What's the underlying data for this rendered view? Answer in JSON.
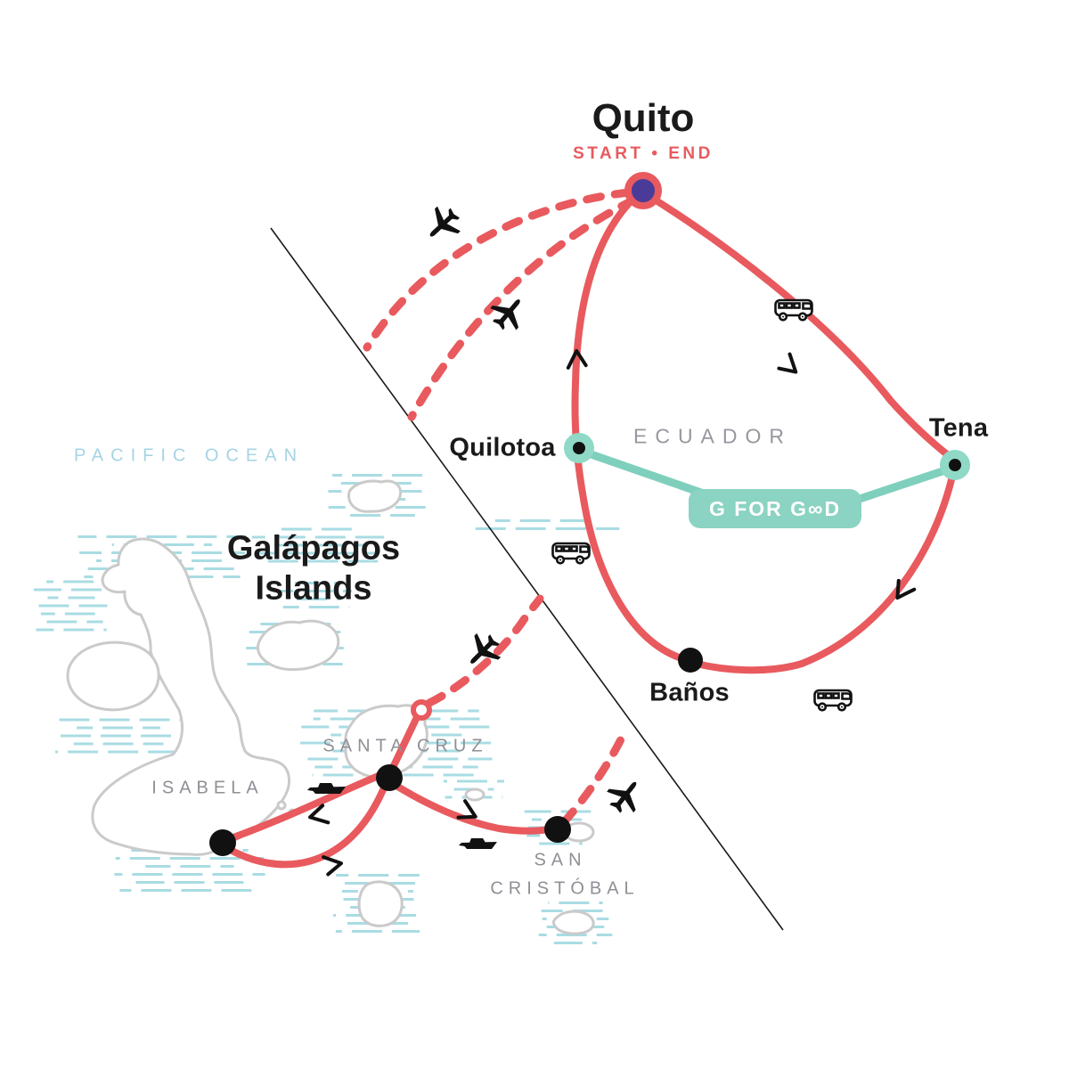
{
  "map_type": "tour-itinerary-map",
  "country": "Ecuador",
  "places": {
    "quito": {
      "label": "Quito",
      "sublabel": "START • END",
      "marker": "purple-start-end-dot"
    },
    "quilotoa": {
      "label": "Quilotoa",
      "marker": "black-dot-teal-ring"
    },
    "tena": {
      "label": "Tena",
      "marker": "black-dot-teal-ring"
    },
    "banos": {
      "label": "Baños",
      "marker": "black-dot"
    },
    "santa_cruz": {
      "label": "SANTA CRUZ",
      "marker": "black-dot"
    },
    "isabela": {
      "label": "ISABELA",
      "marker": "black-dot"
    },
    "san_cristobal": {
      "label_line1": "SAN",
      "label_line2": "CRISTÓBAL",
      "marker": "black-dot"
    },
    "santa_cruz_airport": {
      "marker": "open-red-circle"
    }
  },
  "regions": {
    "ecuador": "ECUADOR",
    "pacific_ocean": "PACIFIC OCEAN",
    "galapagos_line1": "Galápagos",
    "galapagos_line2": "Islands"
  },
  "badge": {
    "label": "G FOR GOOD",
    "display": "G FOR G∞D"
  },
  "routes": [
    {
      "from": "Quito",
      "to": "Tena",
      "mode": "bus",
      "style": "solid-red"
    },
    {
      "from": "Tena",
      "to": "Baños",
      "mode": "bus",
      "style": "solid-red"
    },
    {
      "from": "Baños",
      "to": "Quilotoa",
      "mode": "bus",
      "style": "solid-red"
    },
    {
      "from": "Quilotoa",
      "to": "Quito",
      "mode": "bus",
      "style": "solid-red"
    },
    {
      "from": "Quilotoa",
      "to": "Tena",
      "mode": "g-for-good",
      "style": "solid-teal"
    },
    {
      "from": "Quito",
      "to": "Santa Cruz airport",
      "mode": "plane",
      "style": "dashed-red"
    },
    {
      "from": "San Cristóbal",
      "to": "Quito",
      "mode": "plane",
      "style": "dashed-red"
    },
    {
      "from": "Santa Cruz",
      "to": "Isabela",
      "mode": "boat",
      "style": "solid-red"
    },
    {
      "from": "Isabela",
      "to": "Santa Cruz",
      "mode": "boat",
      "style": "solid-red"
    },
    {
      "from": "Santa Cruz",
      "to": "San Cristóbal",
      "mode": "boat",
      "style": "solid-red"
    }
  ],
  "icons": [
    "plane-icon",
    "bus-icon",
    "boat-icon",
    "direction-chevron"
  ],
  "colors": {
    "route_red": "#E85A5E",
    "route_teal": "#7FCFBD",
    "badge_teal": "#8BD3C2",
    "start_dot_purple": "#4A3B98",
    "ocean_hatch_blue": "#A9DCE3",
    "island_outline_gray": "#CACACA",
    "gray_label": "#8E9095",
    "ocean_label_blue": "#A5D4E4",
    "text_black": "#1A1A1A"
  }
}
